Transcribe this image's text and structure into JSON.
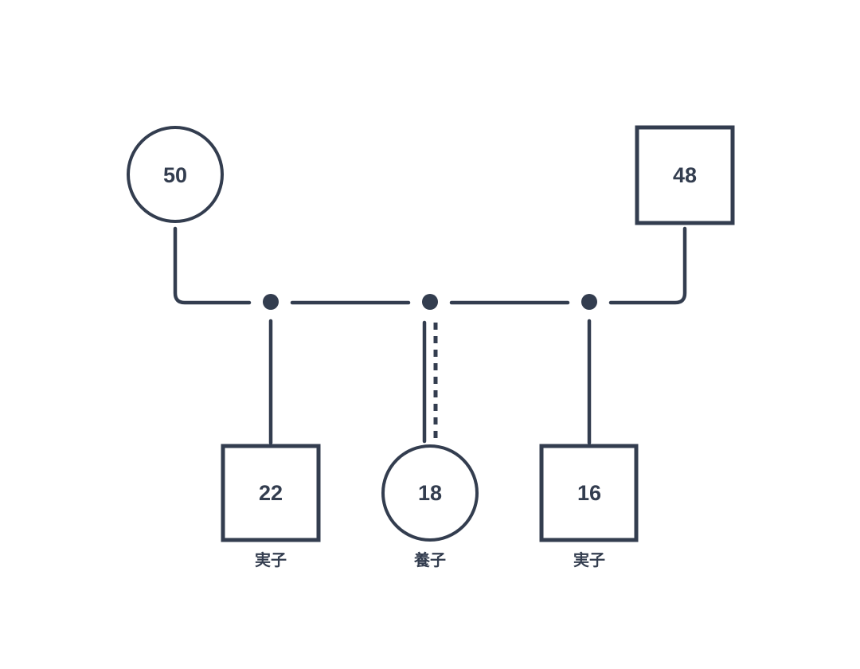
{
  "diagram": {
    "type": "family-genogram",
    "colors": {
      "stroke": "#333d4f",
      "background": "#ffffff"
    },
    "parents": [
      {
        "id": "mother",
        "shape": "circle",
        "age": "50"
      },
      {
        "id": "father",
        "shape": "square",
        "age": "48"
      }
    ],
    "children": [
      {
        "id": "child-1",
        "shape": "square",
        "age": "22",
        "label": "実子",
        "relation": "biological"
      },
      {
        "id": "child-2",
        "shape": "circle",
        "age": "18",
        "label": "養子",
        "relation": "adopted"
      },
      {
        "id": "child-3",
        "shape": "square",
        "age": "16",
        "label": "実子",
        "relation": "biological"
      }
    ]
  }
}
